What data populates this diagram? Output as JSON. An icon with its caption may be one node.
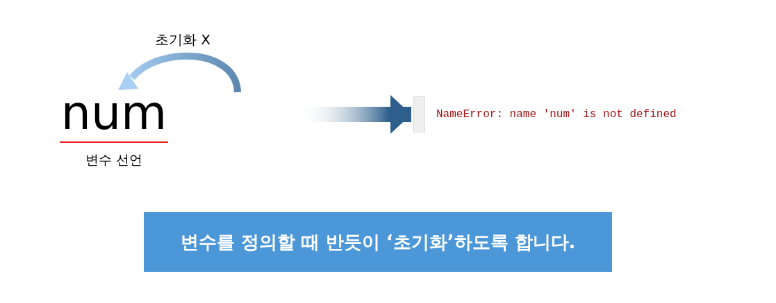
{
  "diagram": {
    "nodes": [
      {
        "text": [
          "num"
        ],
        "beside": [
          "변수 선언"
        ]
      },
      {
        "text": [
          "NameError: name 'num' is not defined"
        ]
      },
      {
        "text": [
          "변수를 정의할 때 반듯이 ‘초기화’하도록 합니다."
        ]
      }
    ],
    "edges": [
      {
        "from": 0,
        "to": 1,
        "arrow": "to"
      }
    ],
    "labels": [
      "초기화 X"
    ]
  }
}
